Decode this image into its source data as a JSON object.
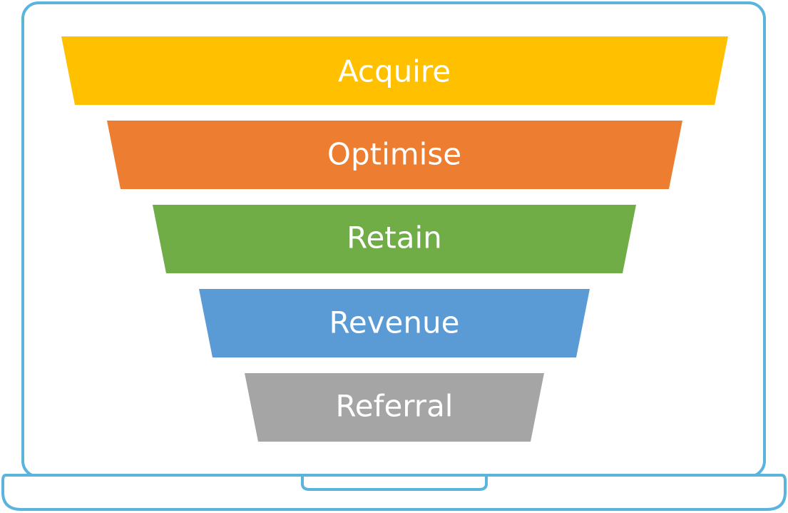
{
  "funnel": {
    "stages": [
      {
        "label": "Acquire",
        "color": "#FFC000"
      },
      {
        "label": "Optimise",
        "color": "#ED7D31"
      },
      {
        "label": "Retain",
        "color": "#70AD47"
      },
      {
        "label": "Revenue",
        "color": "#5B9BD5"
      },
      {
        "label": "Referral",
        "color": "#A5A5A5"
      }
    ]
  },
  "laptop": {
    "outline_color": "#5BB4DC"
  }
}
